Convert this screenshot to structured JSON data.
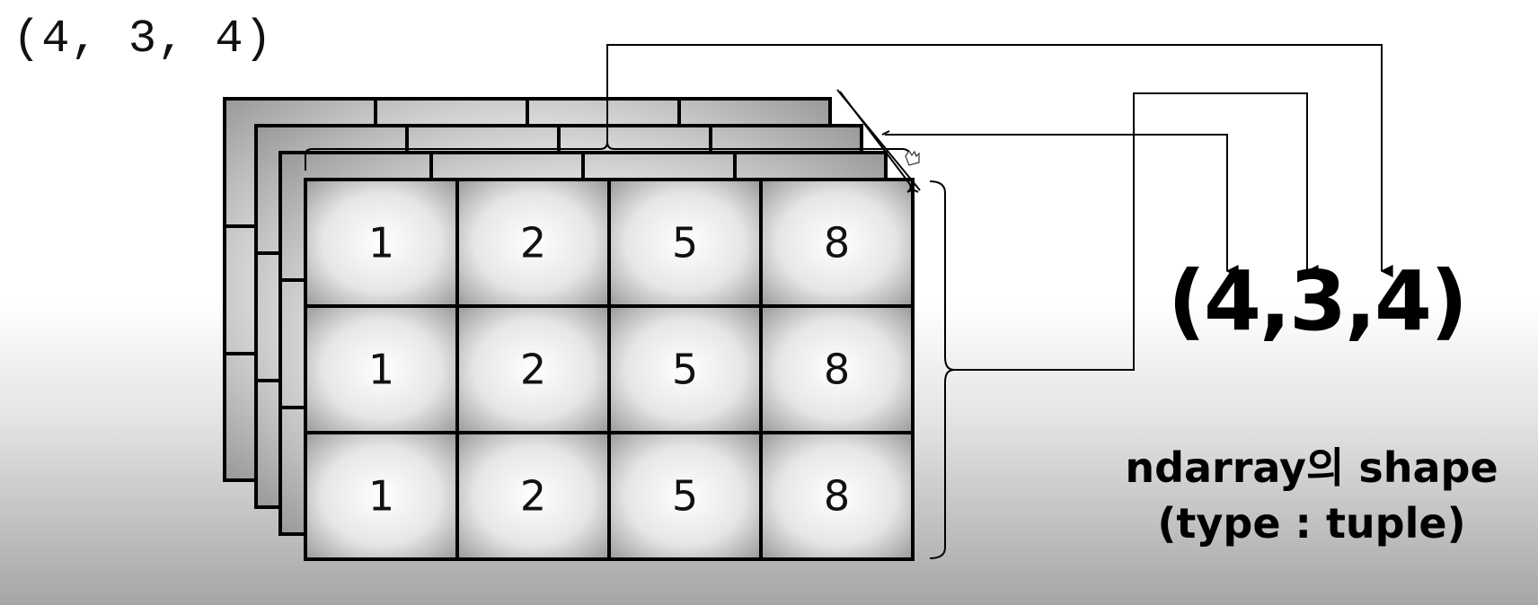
{
  "code_output": "(4, 3, 4)",
  "array": {
    "rows": [
      [
        "1",
        "2",
        "5",
        "8"
      ],
      [
        "1",
        "2",
        "5",
        "8"
      ],
      [
        "1",
        "2",
        "5",
        "8"
      ]
    ],
    "layers": 4,
    "cell_fill_center": "#ffffff",
    "cell_fill_edge": "#9a9a9a",
    "border_color": "#000000"
  },
  "shape_label": "(4,3,4)",
  "caption": {
    "line1": "ndarray의 shape",
    "line2": "(type : tuple)"
  }
}
